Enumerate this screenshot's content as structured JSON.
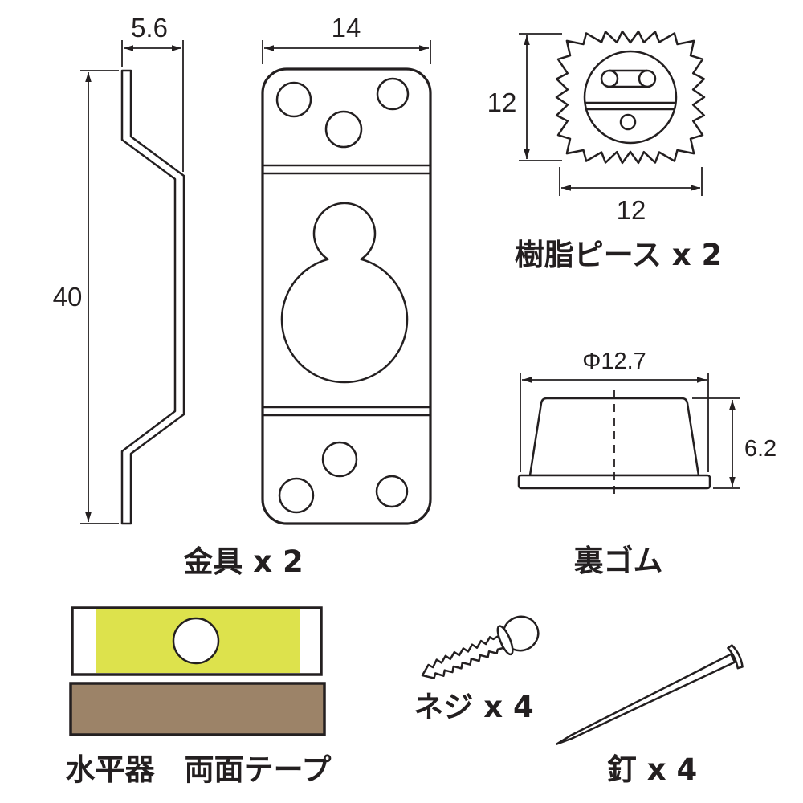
{
  "canvas": {
    "bg_color": "#ffffff",
    "line_color": "#231f20"
  },
  "bracket": {
    "label": "金具 x 2",
    "side_view": {
      "depth_dim": "5.6",
      "height_dim": "40"
    },
    "front_view": {
      "width_dim": "14"
    }
  },
  "resin_piece": {
    "label": "樹脂ピース x 2",
    "height_dim": "12",
    "width_dim": "12"
  },
  "rubber_pad": {
    "label": "裏ゴム",
    "diameter_dim": "Φ12.7",
    "height_dim": "6.2"
  },
  "level_and_tape": {
    "label": "水平器　両面テープ",
    "level_vial_color": "#dde24c",
    "tape_color": "#9c8368"
  },
  "screw": {
    "label": "ネジ x 4"
  },
  "nail": {
    "label": "釘 x 4"
  }
}
